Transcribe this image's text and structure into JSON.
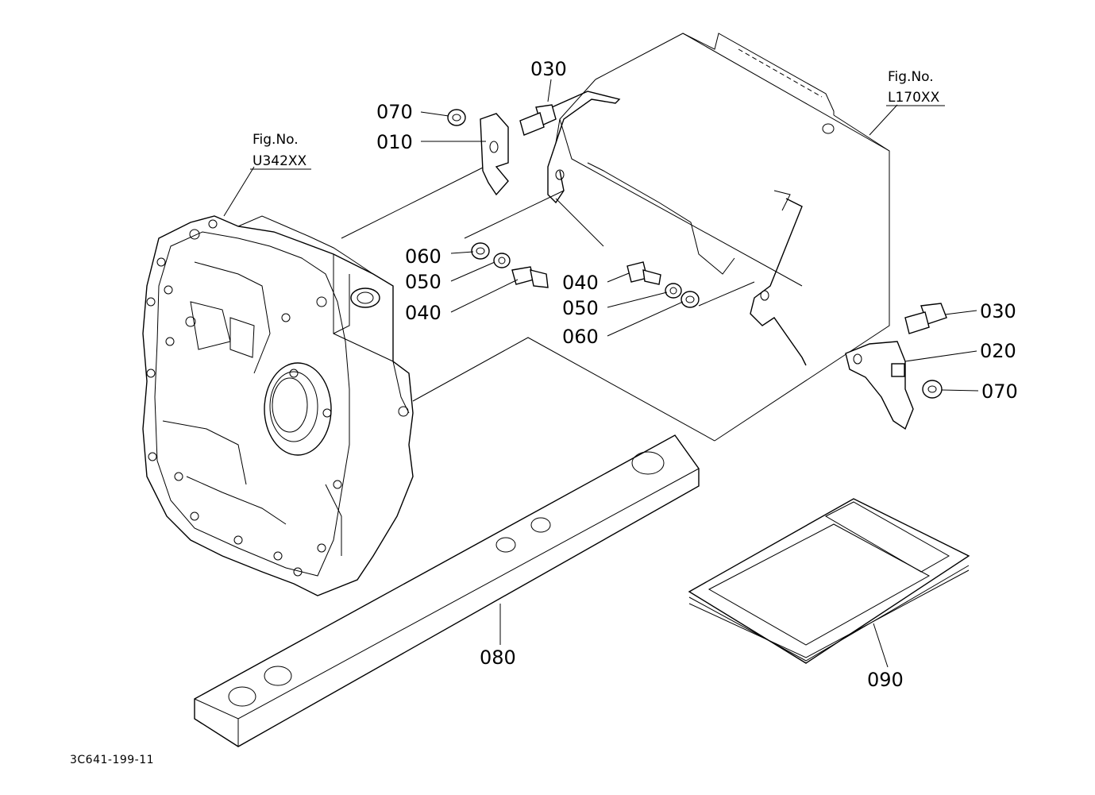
{
  "figure_refs": {
    "left": {
      "title": "Fig.No.",
      "number": "U342XX"
    },
    "right": {
      "title": "Fig.No.",
      "number": "L170XX"
    }
  },
  "callouts": {
    "c010": "010",
    "c020": "020",
    "c030_top": "030",
    "c030_right": "030",
    "c040_left": "040",
    "c040_mid": "040",
    "c050_left": "050",
    "c050_mid": "050",
    "c060_left": "060",
    "c060_mid": "060",
    "c070_top": "070",
    "c070_right": "070",
    "c080": "080",
    "c090": "090"
  },
  "drawing_code": "3C641-199-11"
}
